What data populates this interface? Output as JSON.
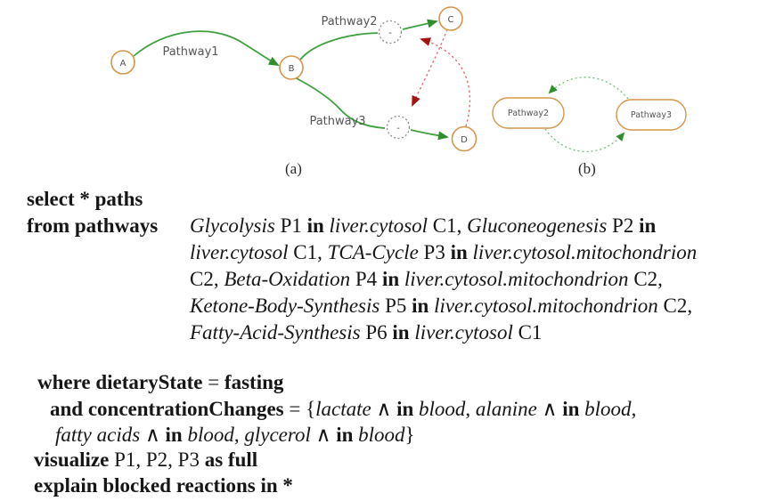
{
  "figure": {
    "panel_a": {
      "caption": "(a)",
      "nodes": {
        "a": "A",
        "b": "B",
        "c": "C",
        "d": "D"
      },
      "operators": {
        "op1": "-",
        "op2": "-"
      },
      "edge_labels": {
        "p1": "Pathway1",
        "p2": "Pathway2",
        "p3": "Pathway3"
      }
    },
    "panel_b": {
      "caption": "(b)",
      "boxes": {
        "left": "Pathway2",
        "right": "Pathway3"
      }
    },
    "colors": {
      "node_border": "#d6954a",
      "edge_green": "#3fa03f",
      "arrow_green": "#2f8f2f",
      "dotted_green": "#74bd74",
      "blocked_red": "#dd7070",
      "arrow_red": "#a51212",
      "operator_gray": "#8a8a8a",
      "label_gray": "#555555"
    }
  },
  "query": {
    "select_line": [
      {
        "t": "select * paths",
        "s": "b"
      }
    ],
    "from_keyword": [
      {
        "t": "from pathways",
        "s": "b"
      }
    ],
    "from_lines": [
      [
        {
          "t": "Glycolysis",
          "s": "i"
        },
        {
          "t": " P1 ",
          "s": "r"
        },
        {
          "t": "in",
          "s": "b"
        },
        {
          "t": " ",
          "s": "r"
        },
        {
          "t": "liver.cytosol",
          "s": "i"
        },
        {
          "t": " C1, ",
          "s": "r"
        },
        {
          "t": "Gluconeogenesis",
          "s": "i"
        },
        {
          "t": " P2 ",
          "s": "r"
        },
        {
          "t": "in",
          "s": "b"
        }
      ],
      [
        {
          "t": "liver.cytosol",
          "s": "i"
        },
        {
          "t": " C1, ",
          "s": "r"
        },
        {
          "t": "TCA-Cycle",
          "s": "i"
        },
        {
          "t": " P3 ",
          "s": "r"
        },
        {
          "t": "in",
          "s": "b"
        },
        {
          "t": " ",
          "s": "r"
        },
        {
          "t": "liver.cytosol.mitochondrion",
          "s": "i"
        }
      ],
      [
        {
          "t": "C2, ",
          "s": "r"
        },
        {
          "t": "Beta-Oxidation",
          "s": "i"
        },
        {
          "t": " P4 ",
          "s": "r"
        },
        {
          "t": "in",
          "s": "b"
        },
        {
          "t": " ",
          "s": "r"
        },
        {
          "t": "liver.cytosol.mitochondrion",
          "s": "i"
        },
        {
          "t": " C2,",
          "s": "r"
        }
      ],
      [
        {
          "t": "Ketone-Body-Synthesis",
          "s": "i"
        },
        {
          "t": " P5 ",
          "s": "r"
        },
        {
          "t": "in",
          "s": "b"
        },
        {
          "t": " ",
          "s": "r"
        },
        {
          "t": "liver.cytosol.mitochondrion",
          "s": "i"
        },
        {
          "t": " C2,",
          "s": "r"
        }
      ],
      [
        {
          "t": "Fatty-Acid-Synthesis",
          "s": "i"
        },
        {
          "t": " P6 ",
          "s": "r"
        },
        {
          "t": "in",
          "s": "b"
        },
        {
          "t": " ",
          "s": "r"
        },
        {
          "t": "liver.cytosol",
          "s": "i"
        },
        {
          "t": " C1",
          "s": "r"
        }
      ]
    ],
    "where_line": [
      {
        "t": "where dietaryState ",
        "s": "b"
      },
      {
        "t": "= ",
        "s": "r"
      },
      {
        "t": "fasting",
        "s": "b"
      }
    ],
    "and_line": [
      {
        "t": "and concentrationChanges ",
        "s": "b"
      },
      {
        "t": "= {",
        "s": "r"
      },
      {
        "t": "lactate",
        "s": "i"
      },
      {
        "t": " ∧ ",
        "s": "r"
      },
      {
        "t": "in",
        "s": "b"
      },
      {
        "t": " ",
        "s": "r"
      },
      {
        "t": "blood",
        "s": "i"
      },
      {
        "t": ", ",
        "s": "r"
      },
      {
        "t": "alanine",
        "s": "i"
      },
      {
        "t": " ∧ ",
        "s": "r"
      },
      {
        "t": "in",
        "s": "b"
      },
      {
        "t": " ",
        "s": "r"
      },
      {
        "t": "blood",
        "s": "i"
      },
      {
        "t": ",",
        "s": "r"
      }
    ],
    "set_line2": [
      {
        "t": "fatty acids",
        "s": "i"
      },
      {
        "t": " ∧ ",
        "s": "r"
      },
      {
        "t": "in",
        "s": "b"
      },
      {
        "t": " ",
        "s": "r"
      },
      {
        "t": "blood",
        "s": "i"
      },
      {
        "t": ", ",
        "s": "r"
      },
      {
        "t": "glycerol",
        "s": "i"
      },
      {
        "t": " ∧ ",
        "s": "r"
      },
      {
        "t": "in",
        "s": "b"
      },
      {
        "t": " ",
        "s": "r"
      },
      {
        "t": "blood",
        "s": "i"
      },
      {
        "t": "}",
        "s": "r"
      }
    ],
    "visualize_line": [
      {
        "t": "visualize",
        "s": "b"
      },
      {
        "t": " P1, P2, P3 ",
        "s": "r"
      },
      {
        "t": "as full",
        "s": "b"
      }
    ],
    "explain_line": [
      {
        "t": "explain blocked reactions in *",
        "s": "b"
      }
    ]
  }
}
